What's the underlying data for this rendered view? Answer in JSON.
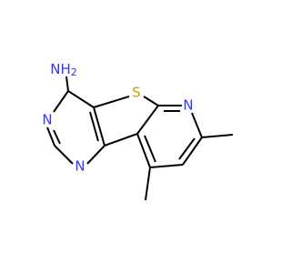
{
  "structure": {
    "atoms": [
      {
        "id": "amine",
        "text": "NH",
        "sub": "2",
        "color": "#3333ff"
      },
      {
        "id": "sulfur",
        "text": "S",
        "color": "#c8a000"
      },
      {
        "id": "pyridine-n",
        "text": "N",
        "color": "#3333ff"
      },
      {
        "id": "pyrimidine-n-upper",
        "text": "N",
        "color": "#3333ff"
      },
      {
        "id": "pyrimidine-n-lower",
        "text": "N",
        "color": "#3333ff"
      }
    ],
    "bond_color": "#000000"
  }
}
